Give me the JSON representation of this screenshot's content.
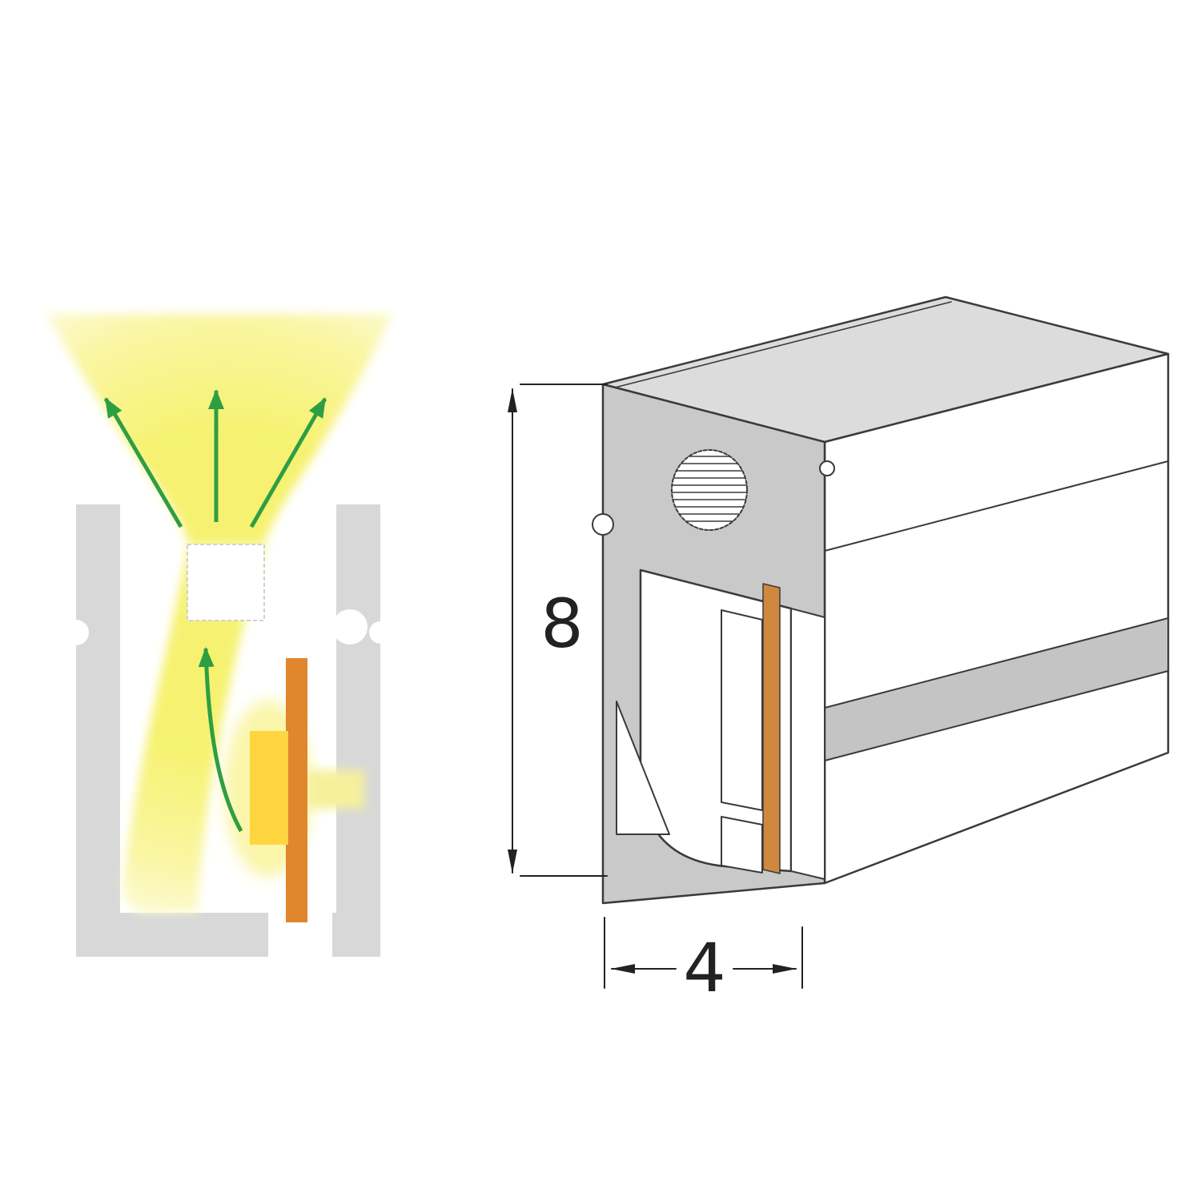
{
  "diagram": {
    "kind": "led-neon-flex-profile-technical-diagram",
    "dimensions": {
      "height_label": "8",
      "width_label": "4"
    }
  },
  "colors": {
    "arrow_green": "#2e9e44",
    "glow_core": "#f6f168",
    "glow_mid": "#f9f59b",
    "glow_edge": "#fefce8",
    "led_yellow": "#ffd640",
    "light_bar_yellow": "#f6f09b",
    "pcb_orange": "#e0862c",
    "pcb_orange_3d": "#cf8840",
    "profile_gray_left": "#d8d8d8",
    "body_gray": "#c9c9c9",
    "top_gray": "#dcdcdc",
    "band_gray": "#c4c4c4",
    "line_dark": "#3a3a3a",
    "dim_black": "#222222"
  }
}
